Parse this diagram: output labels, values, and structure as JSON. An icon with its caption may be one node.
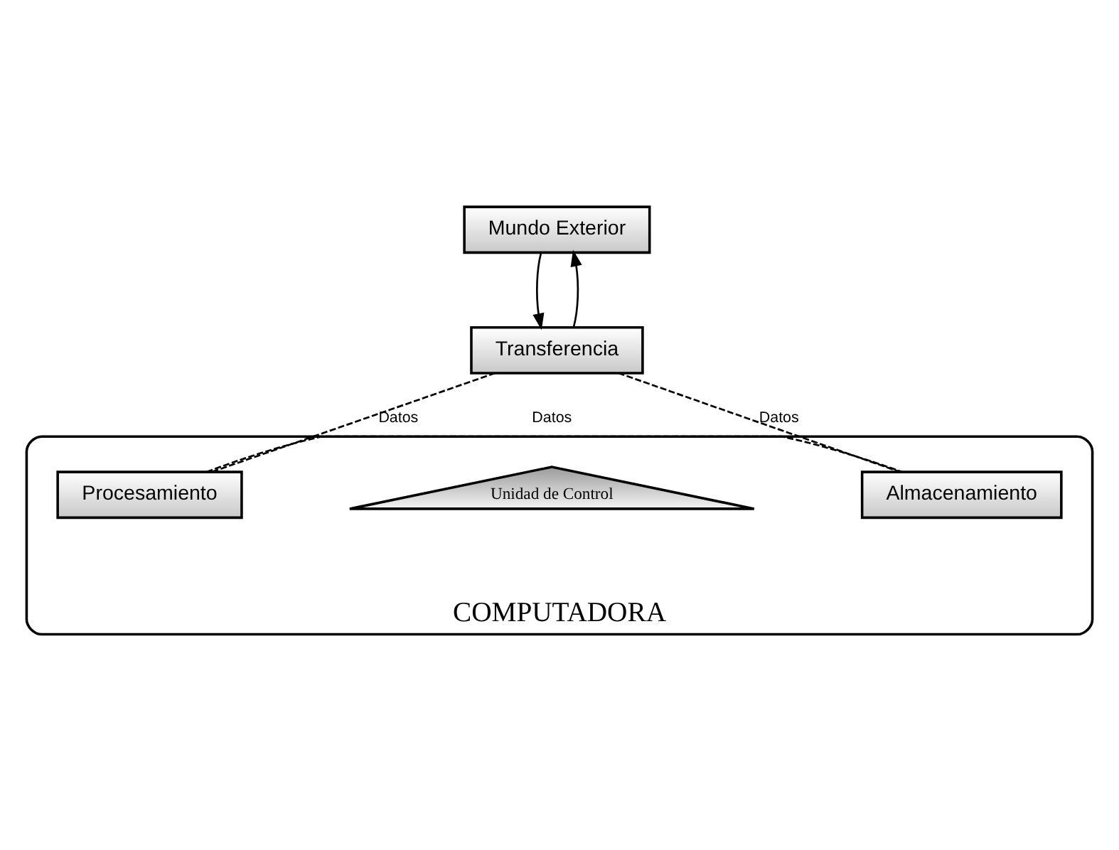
{
  "diagram": {
    "nodes": [
      {
        "text": [
          "Mundo Exterior"
        ]
      },
      {
        "text": [
          "COMPUTADORA"
        ]
      },
      {
        "text": [
          "Transferencia"
        ]
      },
      {
        "text": [
          "Unidad de Control"
        ],
        "in": 1
      },
      {
        "text": [
          "Procesamiento"
        ],
        "in": 1
      },
      {
        "text": [
          "Almacenamiento"
        ],
        "in": 1
      }
    ],
    "edges": [
      {
        "from": 0,
        "to": 2,
        "arrow": "to"
      },
      {
        "from": 2,
        "to": 0,
        "arrow": "to"
      },
      {
        "from": 2,
        "to": 4,
        "arrow": "none",
        "label": "Datos",
        "style": "dashed"
      },
      {
        "from": 2,
        "to": 5,
        "arrow": "none",
        "label": "Datos",
        "style": "dashed"
      },
      {
        "from": 4,
        "to": 5,
        "arrow": "none",
        "label": "Datos",
        "style": "dashed"
      }
    ]
  }
}
